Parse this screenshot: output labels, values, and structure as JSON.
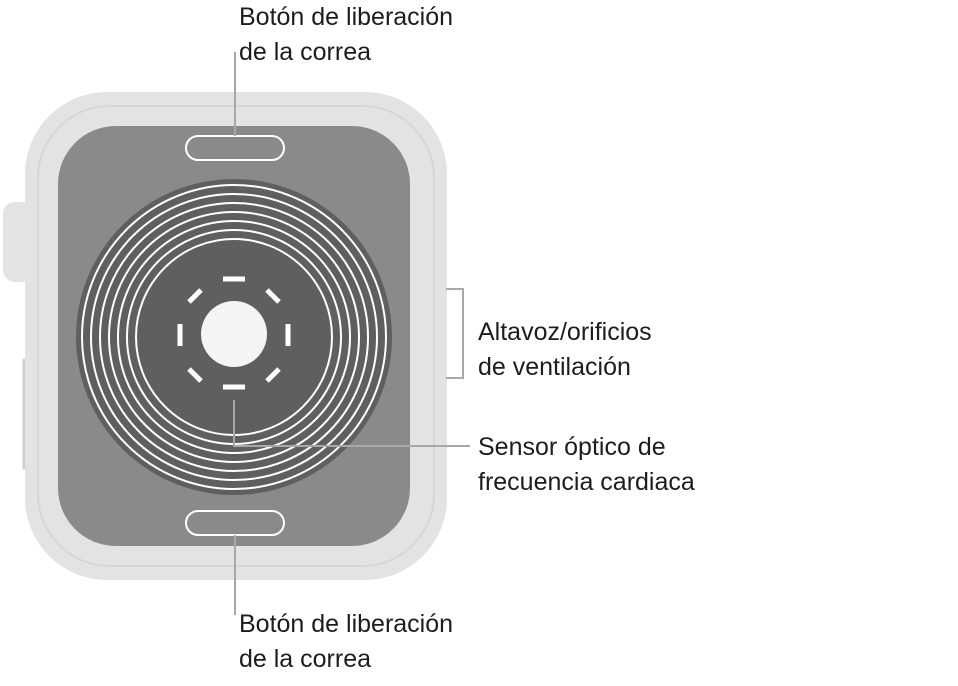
{
  "callouts": {
    "band_release_top": {
      "line1": "Botón de liberación",
      "line2": "de la correa"
    },
    "speaker_vents": {
      "line1": "Altavoz/orificios",
      "line2": "de ventilación"
    },
    "heart_rate_sensor": {
      "line1": "Sensor óptico de",
      "line2": "frecuencia cardiaca"
    },
    "band_release_bottom": {
      "line1": "Botón de liberación",
      "line2": "de la correa"
    }
  },
  "colors": {
    "case_outer": "#e3e3e3",
    "case_inner_edge": "#cfcfcf",
    "back_panel": "#8a8a8a",
    "sensor_disc": "#5f5f5f",
    "ring_stroke": "#ffffff",
    "sensor_center": "#f4f4f4",
    "leader_line": "#a8a8a8",
    "text": "#1d1d1f"
  }
}
